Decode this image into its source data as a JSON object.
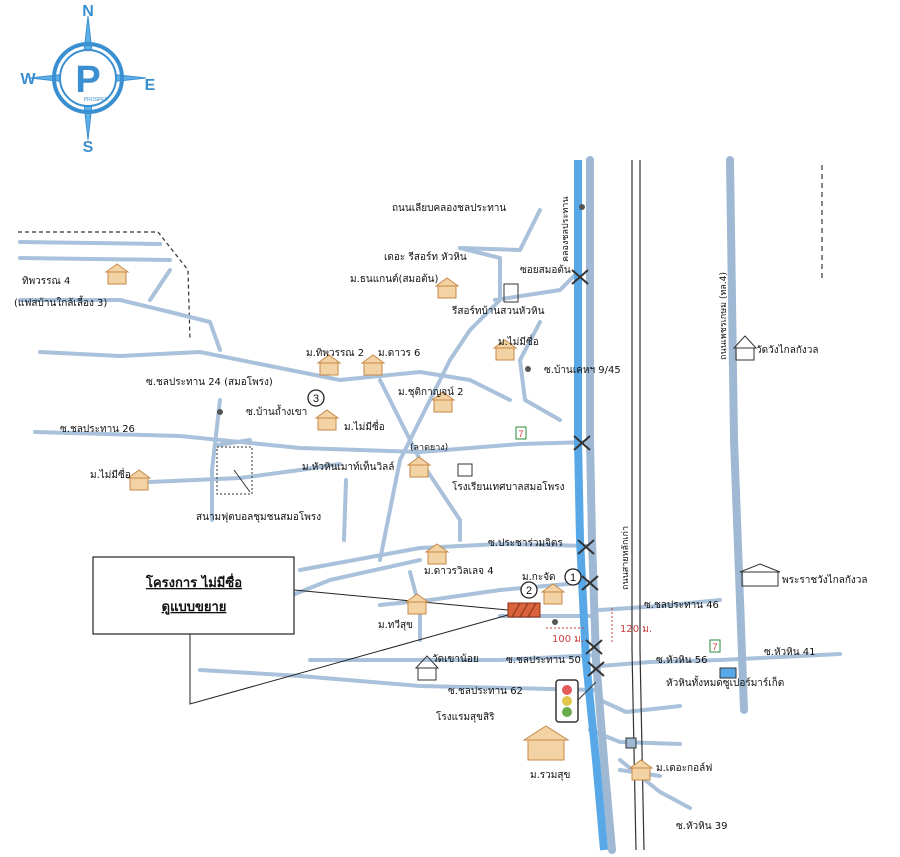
{
  "compass": {
    "n": "N",
    "s": "S",
    "e": "E",
    "w": "W",
    "logo_letter": "P",
    "logo_sub": "PROSPER"
  },
  "title_box": {
    "line1": "โครงการ ไม่มีซื่อ",
    "line2": "ดูแบบขยาย"
  },
  "distances": {
    "d100": "100 ม.",
    "d120": "120 ม."
  },
  "markers": {
    "m1": "1",
    "m2": "2",
    "m3": "3"
  },
  "labels": {
    "canal_road": "ถนนเลียบคลองชลประทาน",
    "canal_vertical": "คลองชลประทาน",
    "the_resort": "เดอะ รีสอร์ท หัวหิน",
    "soi_somdon": "ซอยสมอต้น",
    "m_thanakan": "ม.ธนแกนต์(สมอต้น)",
    "resort_suan": "รีสอร์ทบ้านสวนหัวหิน",
    "thiphawan4": "ทิพวรรณ 4",
    "flash": "(แฟสบ้านใกล้เลี้อง 3)",
    "mai_me_sue_top": "ม.ไม่มีซื่อ",
    "ban_khuean": "ซ.บ้านเคหฯ 9/45",
    "thiphawan2": "ม.ทิพวรรณ 2",
    "m_daow6": "ม.ดาวร 6",
    "soi24": "ซ.ชลประทาน 24 (สมอโพรง)",
    "chutikan": "ม.ชุติกาญจน์ 2",
    "ban_mongkhao": "ซ.บ้านถ้ำงเขา",
    "mai_me_sue_mid": "ม.ไม่มีซื่อ",
    "soi26": "ซ.ชลประทาน 26",
    "latyang": "(ลาดยาง)",
    "mai_me_sue_left": "ม.ไม่มีซื่อ",
    "huahin_mountain": "ม.หัวหินเมาท์เท็นวิลล์",
    "school": "โรงเรียนเทศบาลสมอโพรง",
    "stadium": "สนามฟุตบอลชุมชนสมอโพรง",
    "soi_pracharuam": "ซ.ประชาร่วมจิตร",
    "daowrawil4": "ม.ดาวรวิลเลจ 4",
    "m_kachat": "ม.กะจัด",
    "m_thawisuk": "ม.ทวีสุข",
    "soi46": "ซ.ชลประทาน 46",
    "klaikangwon": "พระราชวังไกลกังวล",
    "wat_klai": "วัดวังไกลกังวล",
    "phetkasem": "ถนนเพชรเกษม (ทล.4)",
    "old_road": "ถนนสายหลักเก่า",
    "wat_khao_noi": "วัดเขาน้อย",
    "soi50": "ซ.ชลประทาน 50",
    "soi56": "ซ.หัวหิน 56",
    "soi41": "ซ.หัวหิน 41",
    "market": "หัวหินทั้งหมดซูเปอร์มาร์เก็ต",
    "soi62": "ซ.ชลประทาน 62",
    "hotel": "โรงแรมสุขสิริ",
    "m_ruamsuk": "ม.รวมสุข",
    "m_golf": "ม.เดอะกอล์ฟ",
    "soi39": "ซ.หัวหิน 39",
    "seven": "7"
  }
}
